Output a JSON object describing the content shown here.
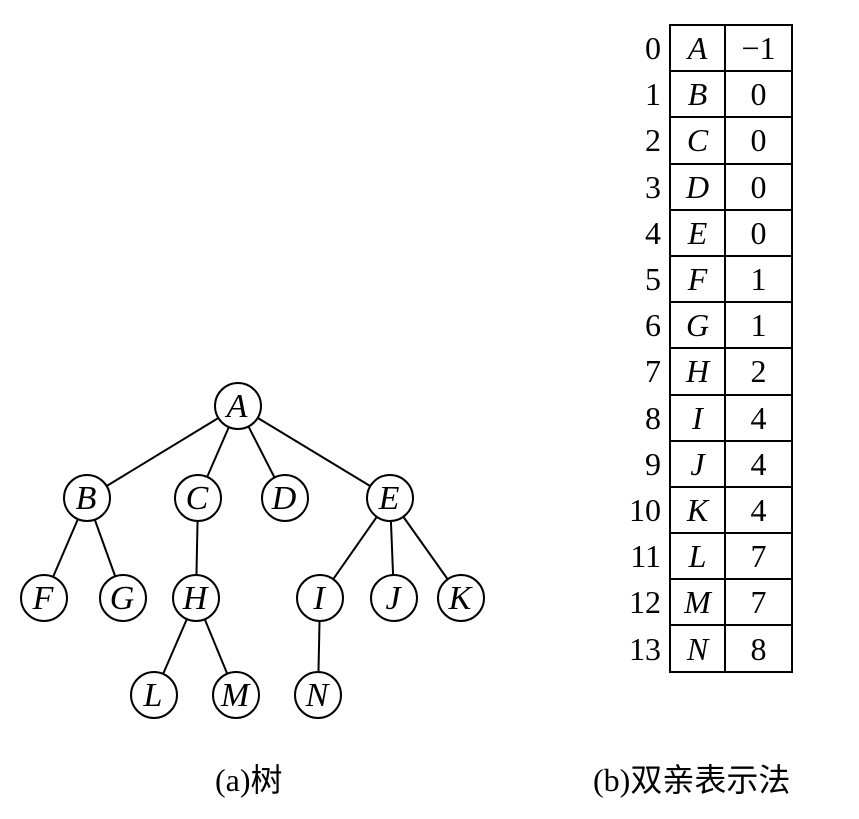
{
  "tree": {
    "nodes": [
      {
        "id": "A",
        "label": "A"
      },
      {
        "id": "B",
        "label": "B"
      },
      {
        "id": "C",
        "label": "C"
      },
      {
        "id": "D",
        "label": "D"
      },
      {
        "id": "E",
        "label": "E"
      },
      {
        "id": "F",
        "label": "F"
      },
      {
        "id": "G",
        "label": "G"
      },
      {
        "id": "H",
        "label": "H"
      },
      {
        "id": "I",
        "label": "I"
      },
      {
        "id": "J",
        "label": "J"
      },
      {
        "id": "K",
        "label": "K"
      },
      {
        "id": "L",
        "label": "L"
      },
      {
        "id": "M",
        "label": "M"
      },
      {
        "id": "N",
        "label": "N"
      }
    ],
    "edges": [
      [
        "A",
        "B"
      ],
      [
        "A",
        "C"
      ],
      [
        "A",
        "D"
      ],
      [
        "A",
        "E"
      ],
      [
        "B",
        "F"
      ],
      [
        "B",
        "G"
      ],
      [
        "C",
        "H"
      ],
      [
        "E",
        "I"
      ],
      [
        "E",
        "J"
      ],
      [
        "E",
        "K"
      ],
      [
        "H",
        "L"
      ],
      [
        "H",
        "M"
      ],
      [
        "I",
        "N"
      ]
    ]
  },
  "table": {
    "rows": [
      {
        "index": "0",
        "data": "A",
        "parent": "−1"
      },
      {
        "index": "1",
        "data": "B",
        "parent": "0"
      },
      {
        "index": "2",
        "data": "C",
        "parent": "0"
      },
      {
        "index": "3",
        "data": "D",
        "parent": "0"
      },
      {
        "index": "4",
        "data": "E",
        "parent": "0"
      },
      {
        "index": "5",
        "data": "F",
        "parent": "1"
      },
      {
        "index": "6",
        "data": "G",
        "parent": "1"
      },
      {
        "index": "7",
        "data": "H",
        "parent": "2"
      },
      {
        "index": "8",
        "data": "I",
        "parent": "4"
      },
      {
        "index": "9",
        "data": "J",
        "parent": "4"
      },
      {
        "index": "10",
        "data": "K",
        "parent": "4"
      },
      {
        "index": "11",
        "data": "L",
        "parent": "7"
      },
      {
        "index": "12",
        "data": "M",
        "parent": "7"
      },
      {
        "index": "13",
        "data": "N",
        "parent": "8"
      }
    ]
  },
  "captions": {
    "tree": "(a)树",
    "table": "(b)双亲表示法"
  }
}
